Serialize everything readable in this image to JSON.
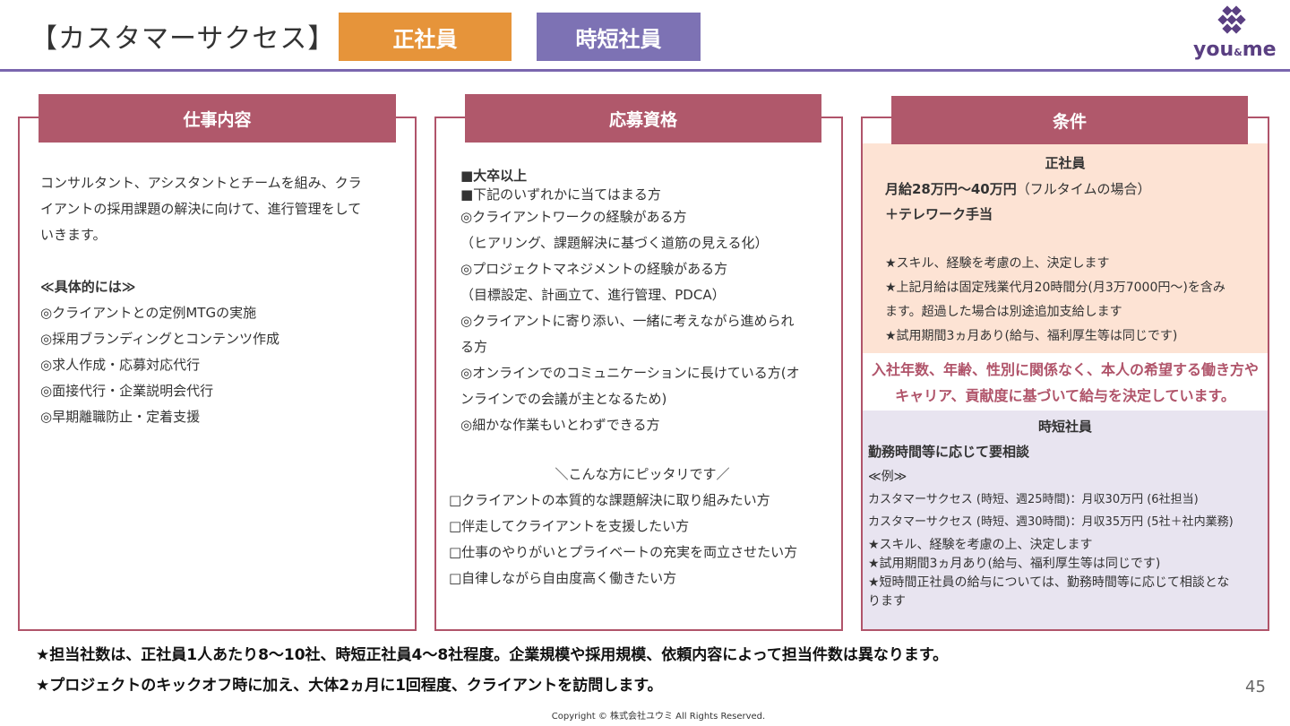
{
  "header": {
    "title": "【カスタマーサクセス】",
    "tag_fulltime": "正社員",
    "tag_parttime": "時短社員",
    "logo_text_you": "you",
    "logo_text_amp": "&",
    "logo_text_me": "me"
  },
  "job": {
    "heading": "仕事内容",
    "lines": [
      "コンサルタント、アシスタントとチームを組み、クラ",
      "イアントの採用課題の解決に向けて、進行管理をして",
      "いきます。"
    ],
    "specific_heading": "≪具体的には≫",
    "items": [
      "◎クライアントとの定例MTGの実施",
      "◎採用ブランディングとコンテンツ作成",
      "◎求人作成・応募対応代行",
      "◎面接代行・企業説明会代行",
      "◎早期離職防止・定着支援"
    ]
  },
  "qual": {
    "heading": "応募資格",
    "degree": "■大卒以上",
    "any": "■下記のいずれかに当てはまる方",
    "lines": [
      "◎クライアントワークの経験がある方",
      "（ヒアリング、課題解決に基づく道筋の見える化）",
      "◎プロジェクトマネジメントの経験がある方",
      "（目標設定、計画立て、進行管理、PDCA）",
      "◎クライアントに寄り添い、一緒に考えながら進められ",
      "る方",
      "◎オンラインでのコミュニケーションに長けている方(オ",
      "ンラインでの会議が主となるため)",
      "◎細かな作業もいとわずできる方"
    ],
    "fit_heading": "＼こんな方にピッタリです／",
    "fit_items": [
      "□クライアントの本質的な課題解決に取り組みたい方",
      "□伴走してクライアントを支援したい方",
      "□仕事のやりがいとプライベートの充実を両立させたい方",
      "□自律しながら自由度高く働きたい方"
    ]
  },
  "cond": {
    "heading": "条件",
    "fulltime_label": "正社員",
    "salary_bold": "月給28万円〜40万円",
    "salary_note": "（フルタイムの場合）",
    "telework": "＋テレワーク手当",
    "ft_notes": [
      "★スキル、経験を考慮の上、決定します",
      "★上記月給は固定残業代月20時間分(月3万7000円〜)を含み",
      "ます。超過した場合は別途追加支給します",
      "★試用期間3ヵ月あり(給与、福利厚生等は同じです)"
    ],
    "policy_lines": [
      "入社年数、年齢、性別に関係なく、本人の希望する働き方や",
      "キャリア、貢献度に基づいて給与を決定しています。"
    ],
    "parttime_label": "時短社員",
    "pt_consult": "勤務時間等に応じて要相談",
    "pt_example": "≪例≫",
    "pt_examples": [
      "カスタマーサクセス (時短、週25時間)：月収30万円 (6社担当)",
      "カスタマーサクセス (時短、週30時間)：月収35万円 (5社＋社内業務)"
    ],
    "pt_notes": [
      "★スキル、経験を考慮の上、決定します",
      "★試用期間3ヵ月あり(給与、福利厚生等は同じです)",
      "★短時間正社員の給与については、勤務時間等に応じて相談とな",
      "ります"
    ]
  },
  "footer": {
    "note1": "★担当社数は、正社員1人あたり8〜10社、時短正社員4〜8社程度。企業規模や採用規模、依頼内容によって担当件数は異なります。",
    "note2": "★プロジェクトのキックオフ時に加え、大体2ヵ月に1回程度、クライアントを訪問します。",
    "page": "45",
    "copyright": "Copyright © 株式会社ユウミ All Rights Reserved."
  },
  "colors": {
    "accent_pink": "#b0586b",
    "tag_orange": "#e6943a",
    "tag_purple": "#7d72b4",
    "rule_purple": "#7a66ae"
  }
}
